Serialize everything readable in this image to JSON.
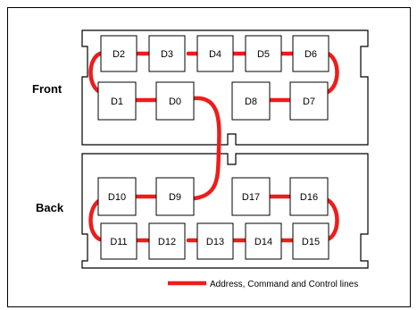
{
  "labels": {
    "front": "Front",
    "back": "Back"
  },
  "legend": {
    "text": "Address, Command and Control lines",
    "color": "#ee1c1c"
  },
  "chips": {
    "d0": "D0",
    "d1": "D1",
    "d2": "D2",
    "d3": "D3",
    "d4": "D4",
    "d5": "D5",
    "d6": "D6",
    "d7": "D7",
    "d8": "D8",
    "d9": "D9",
    "d10": "D10",
    "d11": "D11",
    "d12": "D12",
    "d13": "D13",
    "d14": "D14",
    "d15": "D15",
    "d16": "D16",
    "d17": "D17"
  }
}
